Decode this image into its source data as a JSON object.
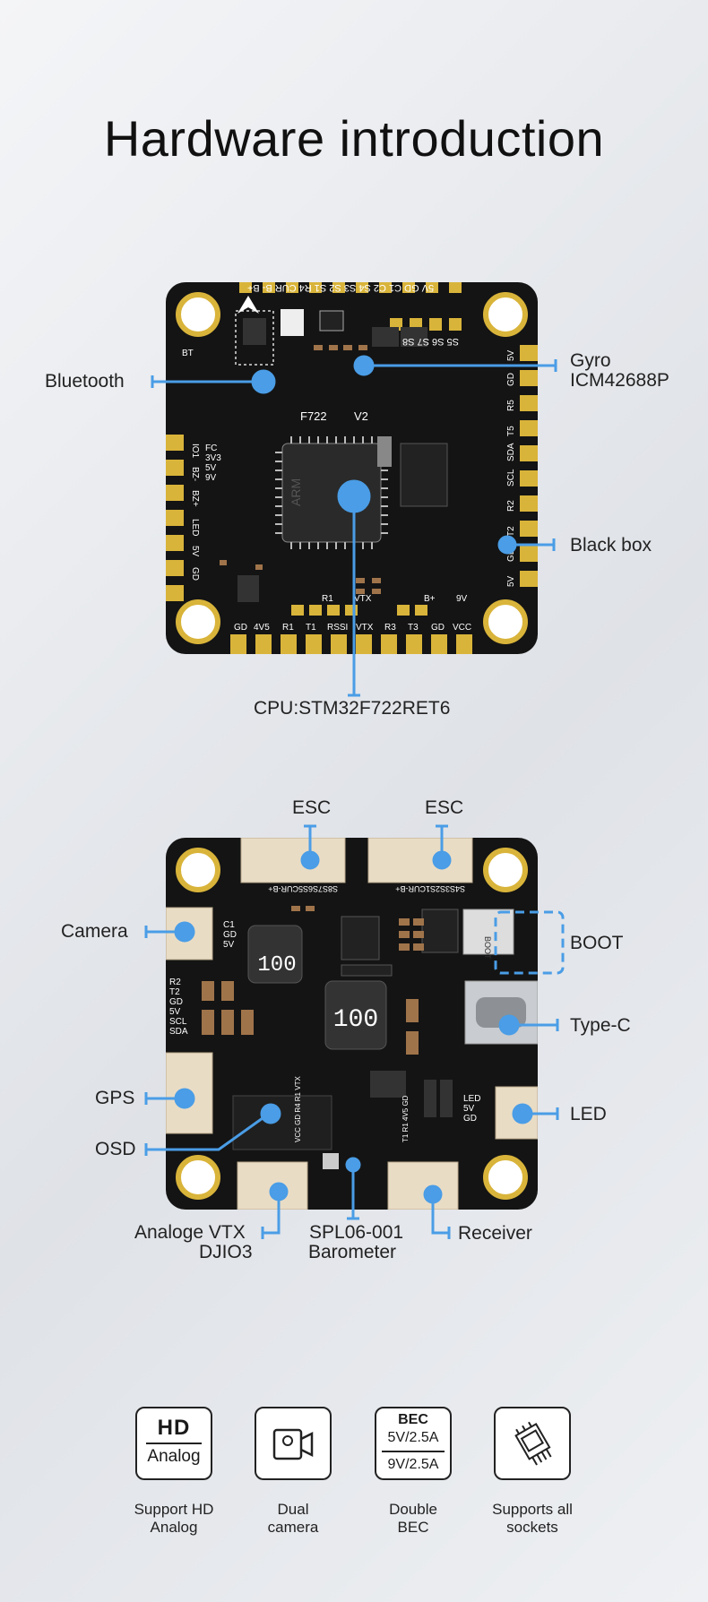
{
  "title": "Hardware introduction",
  "top_board": {
    "labels": {
      "bluetooth": "Bluetooth",
      "gyro_1": "Gyro",
      "gyro_2": "ICM42688P",
      "blackbox": "Black box",
      "cpu": "CPU:STM32F722RET6"
    },
    "silk": {
      "top_row": "5V GD C1 C2 S4 S3 S2 S1 R4 CUR B- B+",
      "s_row": "S5 S6 S7 S8",
      "model": "F722",
      "version": "V2",
      "fc_volts": [
        "FC",
        "3V3",
        "5V",
        "9V"
      ],
      "bt": "BT",
      "left_col": [
        "IO1",
        "BZ-",
        "BZ+",
        "LED",
        "5V",
        "GD"
      ],
      "right_col": [
        "5V",
        "GD",
        "R5",
        "T5",
        "SDA",
        "SCL",
        "R2",
        "T2",
        "GD",
        "5V"
      ],
      "pad_row_upper": [
        "R1",
        "VTX",
        "B+",
        "9V"
      ],
      "bottom_row": [
        "GD",
        "4V5",
        "R1",
        "T1",
        "RSSI",
        "VTX",
        "R3",
        "T3",
        "GD",
        "VCC"
      ],
      "chip": "ARM"
    }
  },
  "bottom_board": {
    "labels": {
      "esc_left": "ESC",
      "esc_right": "ESC",
      "camera": "Camera",
      "boot": "BOOT",
      "typec": "Type-C",
      "gps": "GPS",
      "osd": "OSD",
      "led": "LED",
      "vtx_1": "Analoge  VTX",
      "vtx_2": "DJIO3",
      "baro_1": "SPL06-001",
      "baro_2": "Barometer",
      "receiver": "Receiver"
    },
    "silk": {
      "inductor": "100",
      "camera_pins": [
        "C1",
        "GD",
        "5V"
      ],
      "gps_pins": [
        "R2",
        "T2",
        "GD",
        "5V",
        "SCL",
        "SDA"
      ],
      "led_pins": [
        "LED",
        "5V",
        "GD"
      ],
      "esc_pins": "S4S3S2S1CUR-B+",
      "esc_pins_2": "S8S7S6S5CUR-B+",
      "boot_switch": "BOOT",
      "vtx_pins": "VCC GD R4 R1 VTX",
      "rx_pins": "T1 R1 4V5 GD"
    }
  },
  "features": [
    {
      "icon": "hd-analog-icon",
      "hd": "HD",
      "analog": "Analog",
      "caption_1": "Support HD",
      "caption_2": "Analog"
    },
    {
      "icon": "camera-icon",
      "caption_1": "Dual",
      "caption_2": "camera"
    },
    {
      "icon": "bec-icon",
      "bec": "BEC",
      "v1": "5V/2.5A",
      "v2": "9V/2.5A",
      "caption_1": "Double",
      "caption_2": "BEC"
    },
    {
      "icon": "socket-connector-icon",
      "caption_1": "Supports all",
      "caption_2": "sockets"
    }
  ],
  "colors": {
    "accent": "#4a9de6",
    "board": "#141414",
    "pad_gold": "#d9b43a"
  }
}
